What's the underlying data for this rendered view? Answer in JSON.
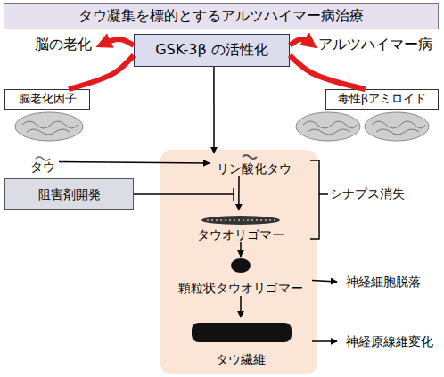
{
  "diagram": {
    "title": "タウ凝集を標的とするアルツハイマー病治療",
    "nodes": [
      {
        "text": [
          "脳の老化"
        ]
      },
      {
        "text": [
          "GSK-3β の活性化"
        ]
      },
      {
        "text": [
          "アルツハイマー病"
        ]
      },
      {
        "text": [
          "脳老化因子"
        ]
      },
      {
        "text": [
          "毒性βアミロイド"
        ]
      },
      {
        "text": [
          "タウ"
        ]
      },
      {
        "text": [
          "リン酸化タウ"
        ]
      },
      {
        "text": [
          "阻害剤開発"
        ]
      },
      {
        "text": [
          "タウオリゴマー"
        ]
      },
      {
        "text": [
          "顆粒状タウオリゴマー"
        ]
      },
      {
        "text": [
          "タウ繊維"
        ]
      },
      {
        "text": [
          "神経細胞脱落"
        ]
      },
      {
        "text": [
          "神経原線維変化"
        ]
      }
    ],
    "edges": [
      {
        "from": 3,
        "to": 1,
        "arrow": "none"
      },
      {
        "from": 1,
        "to": 0,
        "arrow": "to"
      },
      {
        "from": 4,
        "to": 1,
        "arrow": "none"
      },
      {
        "from": 1,
        "to": 2,
        "arrow": "to"
      },
      {
        "from": 1,
        "to": 6,
        "arrow": "to"
      },
      {
        "from": 5,
        "to": 6,
        "arrow": "to"
      },
      {
        "from": 6,
        "to": 8,
        "arrow": "to"
      },
      {
        "from": 8,
        "to": 9,
        "arrow": "to"
      },
      {
        "from": 9,
        "to": 10,
        "arrow": "to"
      },
      {
        "from": 9,
        "to": 11,
        "arrow": "to"
      },
      {
        "from": 10,
        "to": 12,
        "arrow": "to"
      }
    ],
    "labels": [
      "シナプス消失"
    ]
  }
}
